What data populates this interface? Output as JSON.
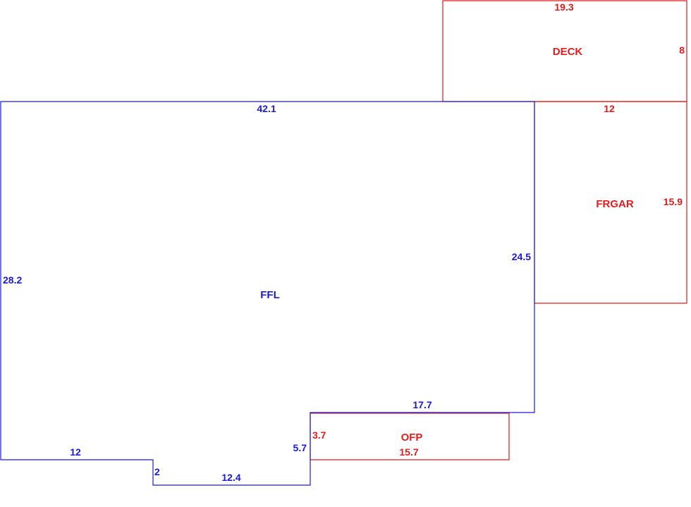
{
  "colors": {
    "main": "#1a1ad2",
    "accessory": "#e01c1c"
  },
  "areas": {
    "ffl": {
      "name": "FFL",
      "dims": {
        "top": "42.1",
        "left": "28.2",
        "right": "24.5",
        "notch_top": "17.7",
        "notch_left": "5.7",
        "bottom_right": "12.4",
        "step": "2",
        "bottom_left": "12"
      }
    },
    "deck": {
      "name": "DECK",
      "dims": {
        "top": "19.3",
        "right": "8"
      }
    },
    "frgar": {
      "name": "FRGAR",
      "dims": {
        "top": "12",
        "right": "15.9"
      }
    },
    "ofp": {
      "name": "OFP",
      "dims": {
        "left": "3.7",
        "bottom": "15.7"
      }
    }
  }
}
